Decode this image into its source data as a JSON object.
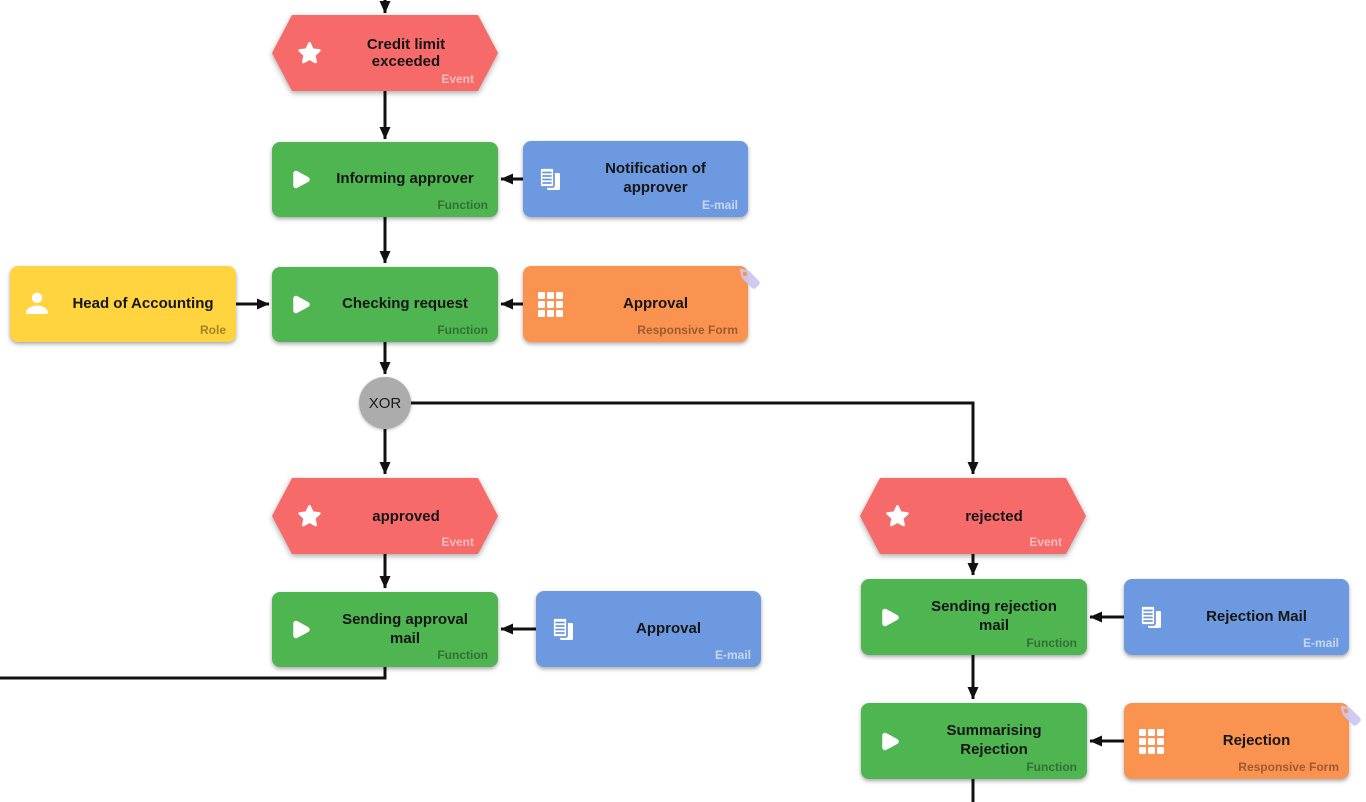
{
  "diagram_type": "EPC process diagram",
  "colors": {
    "background": "#FFFFFF",
    "event": "#F76A6A",
    "function": "#4FB551",
    "email": "#6C99DF",
    "role": "#FFD43F",
    "responsive_form": "#FB9350",
    "xor_gateway": "#ACACAC",
    "annotation_tag": "#CBC7F2",
    "connector": "#111111",
    "node_title": "#161616"
  },
  "icons": {
    "event": "star-icon",
    "function": "play-icon",
    "email": "documents-icon",
    "role": "person-icon",
    "responsive_form": "grid-icon",
    "annotation": "tag-icon"
  },
  "nodes": {
    "credit_limit_exceeded": {
      "label": "Credit limit exceeded",
      "type_label": "Event"
    },
    "informing_approver": {
      "label": "Informing approver",
      "type_label": "Function"
    },
    "notification_of_approver": {
      "label": "Notification of approver",
      "type_label": "E-mail"
    },
    "head_of_accounting": {
      "label": "Head of Accounting",
      "type_label": "Role"
    },
    "checking_request": {
      "label": "Checking request",
      "type_label": "Function"
    },
    "approval_form": {
      "label": "Approval",
      "type_label": "Responsive Form"
    },
    "xor_gateway": {
      "label": "XOR"
    },
    "approved": {
      "label": "approved",
      "type_label": "Event"
    },
    "rejected": {
      "label": "rejected",
      "type_label": "Event"
    },
    "sending_approval_mail": {
      "label": "Sending approval mail",
      "type_label": "Function"
    },
    "approval_email": {
      "label": "Approval",
      "type_label": "E-mail"
    },
    "sending_rejection_mail": {
      "label": "Sending rejection mail",
      "type_label": "Function"
    },
    "rejection_mail": {
      "label": "Rejection Mail",
      "type_label": "E-mail"
    },
    "summarising_rejection": {
      "label": "Summarising Rejection",
      "type_label": "Function"
    },
    "rejection_form": {
      "label": "Rejection",
      "type_label": "Responsive Form"
    }
  },
  "edges": [
    {
      "from": "offscreen-top",
      "to": "credit_limit_exceeded",
      "arrow": true
    },
    {
      "from": "credit_limit_exceeded",
      "to": "informing_approver",
      "arrow": true
    },
    {
      "from": "notification_of_approver",
      "to": "informing_approver",
      "arrow": true
    },
    {
      "from": "informing_approver",
      "to": "checking_request",
      "arrow": true
    },
    {
      "from": "head_of_accounting",
      "to": "checking_request",
      "arrow": true
    },
    {
      "from": "approval_form",
      "to": "checking_request",
      "arrow": true
    },
    {
      "from": "checking_request",
      "to": "xor_gateway",
      "arrow": true
    },
    {
      "from": "xor_gateway",
      "to": "approved",
      "arrow": true
    },
    {
      "from": "xor_gateway",
      "to": "rejected",
      "arrow": true
    },
    {
      "from": "approved",
      "to": "sending_approval_mail",
      "arrow": true
    },
    {
      "from": "approval_email",
      "to": "sending_approval_mail",
      "arrow": true
    },
    {
      "from": "sending_approval_mail",
      "to": "offscreen-left",
      "arrow": false
    },
    {
      "from": "rejected",
      "to": "sending_rejection_mail",
      "arrow": true
    },
    {
      "from": "rejection_mail",
      "to": "sending_rejection_mail",
      "arrow": true
    },
    {
      "from": "sending_rejection_mail",
      "to": "summarising_rejection",
      "arrow": true
    },
    {
      "from": "rejection_form",
      "to": "summarising_rejection",
      "arrow": true
    },
    {
      "from": "summarising_rejection",
      "to": "offscreen-bottom",
      "arrow": false
    }
  ]
}
